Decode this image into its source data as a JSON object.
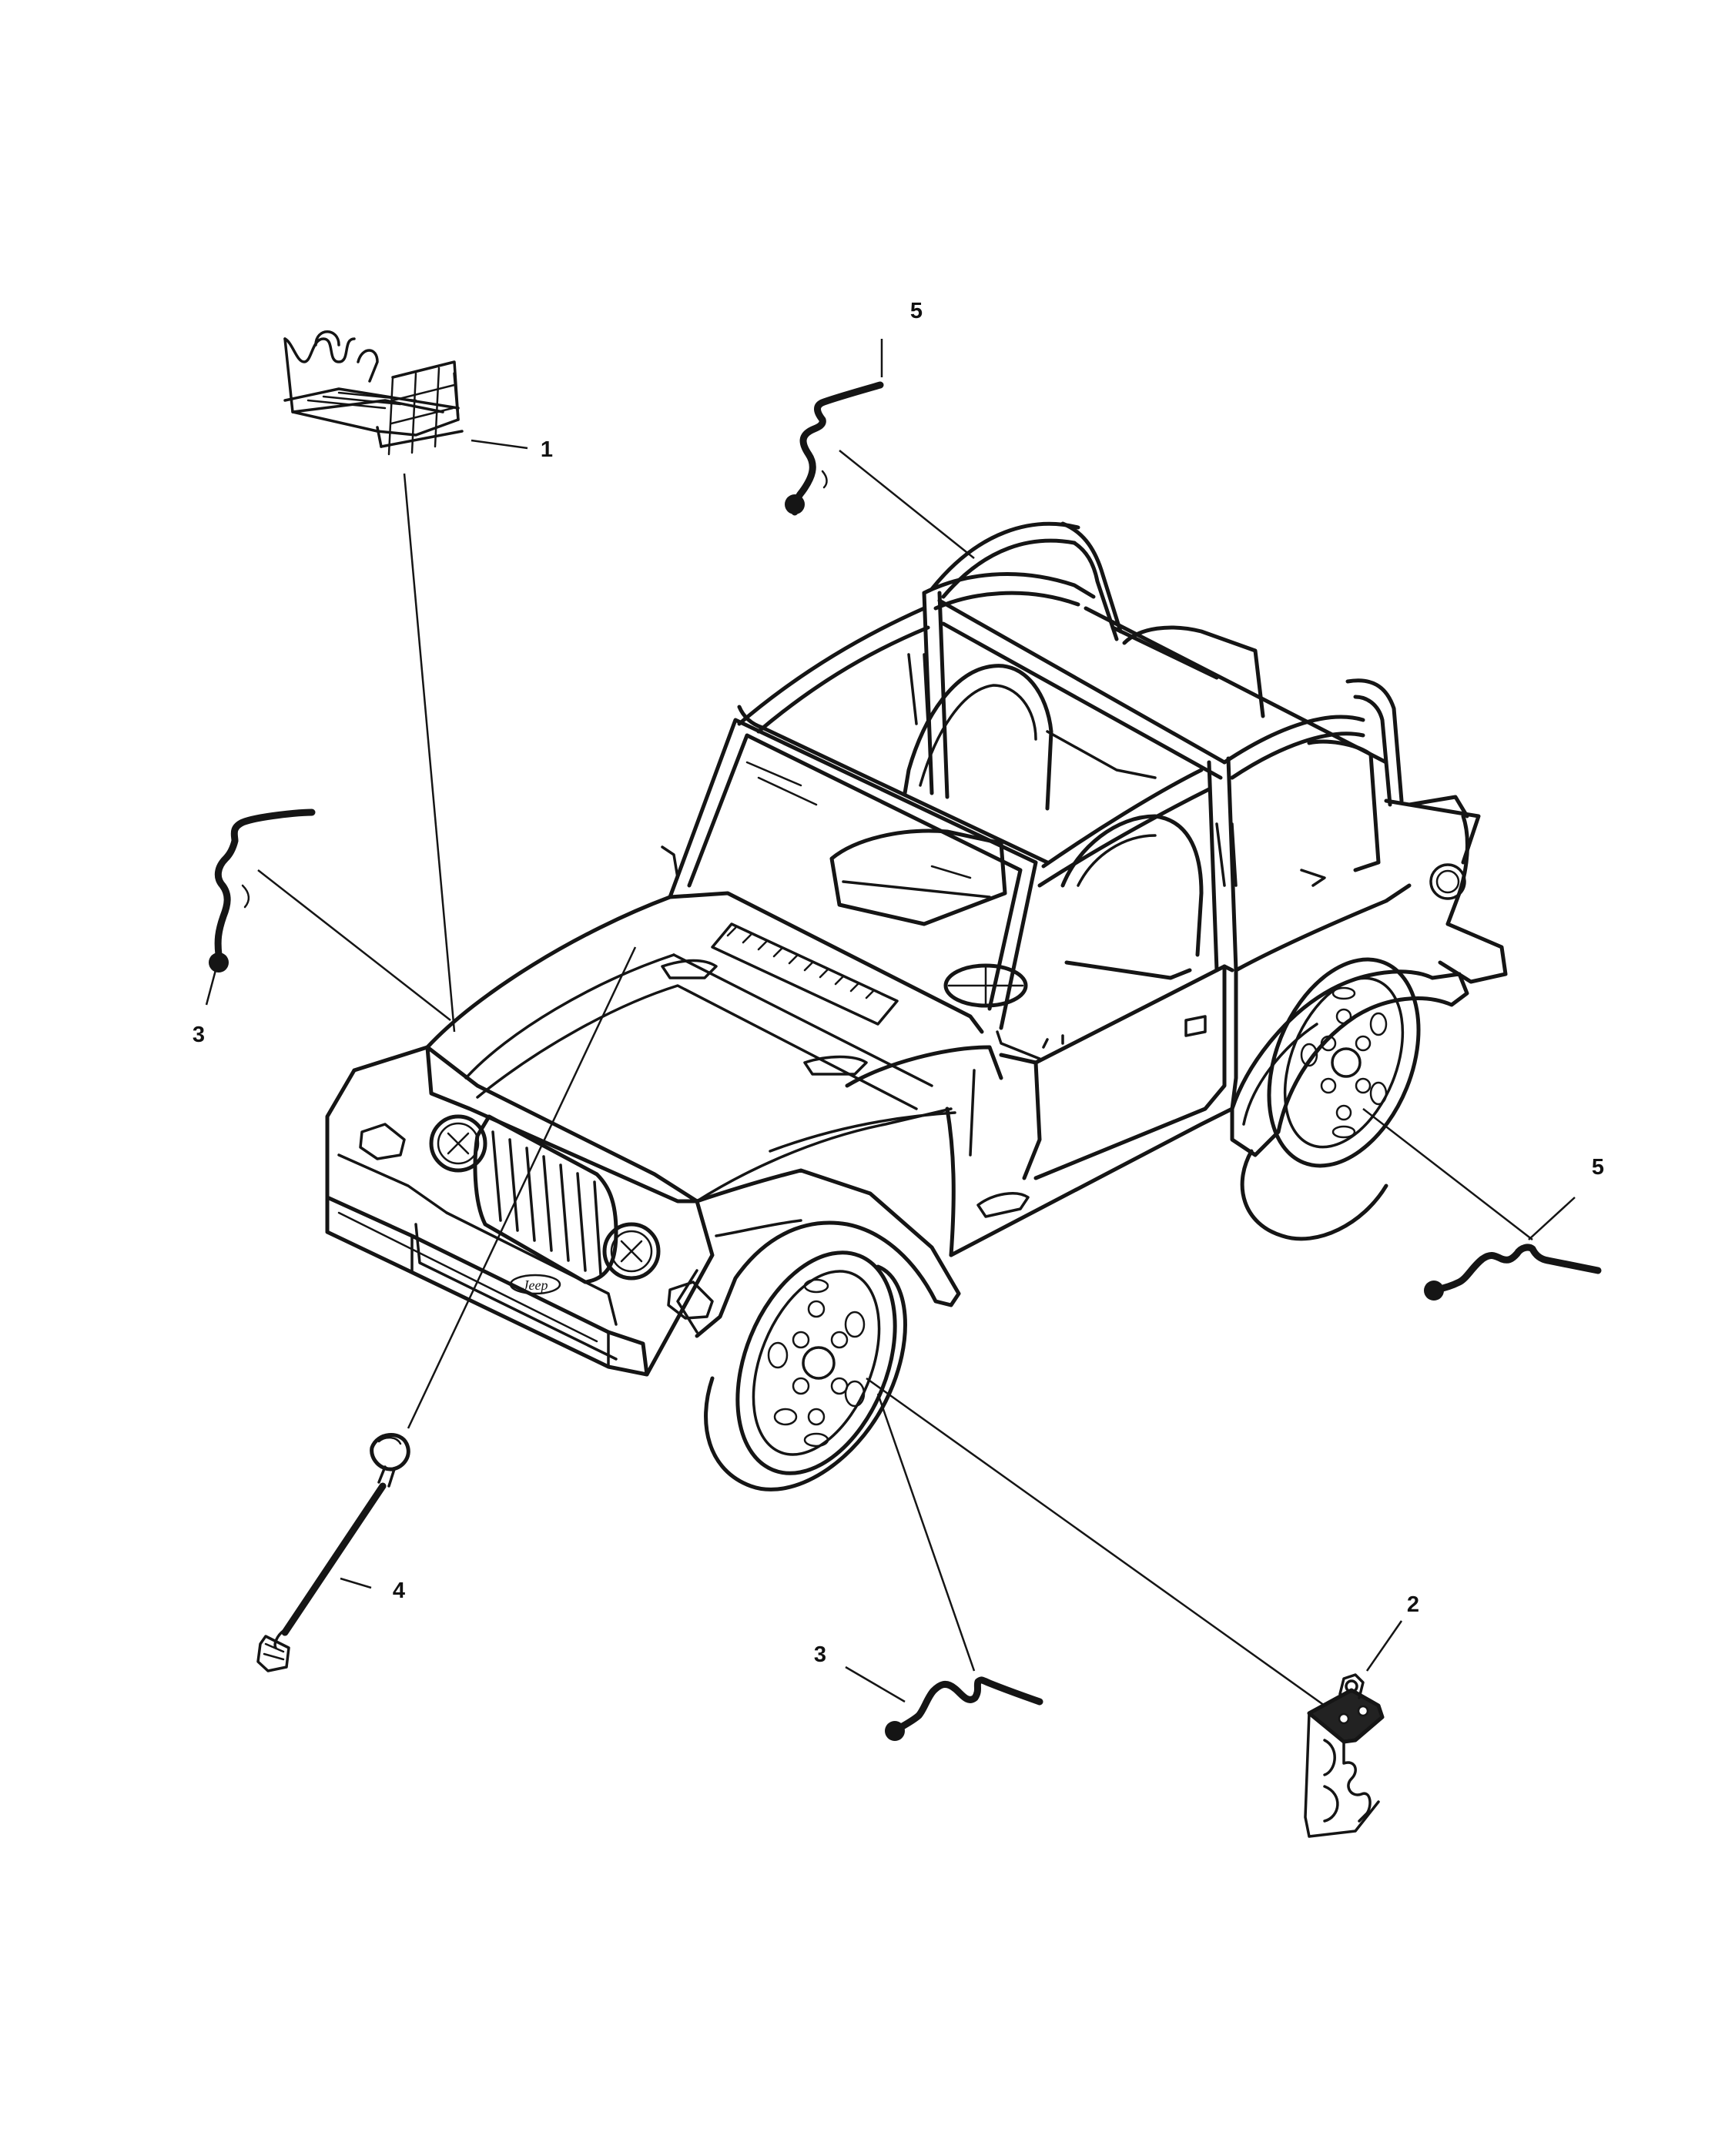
{
  "callouts": [
    {
      "id": "c1",
      "label": "1"
    },
    {
      "id": "c2",
      "label": "2"
    },
    {
      "id": "c3a",
      "label": "3"
    },
    {
      "id": "c3b",
      "label": "3"
    },
    {
      "id": "c4",
      "label": "4"
    },
    {
      "id": "c5a",
      "label": "5"
    },
    {
      "id": "c5b",
      "label": "5"
    }
  ],
  "brand_badge": "Jeep",
  "colors": {
    "ink": "#151515",
    "background": "#ffffff"
  }
}
